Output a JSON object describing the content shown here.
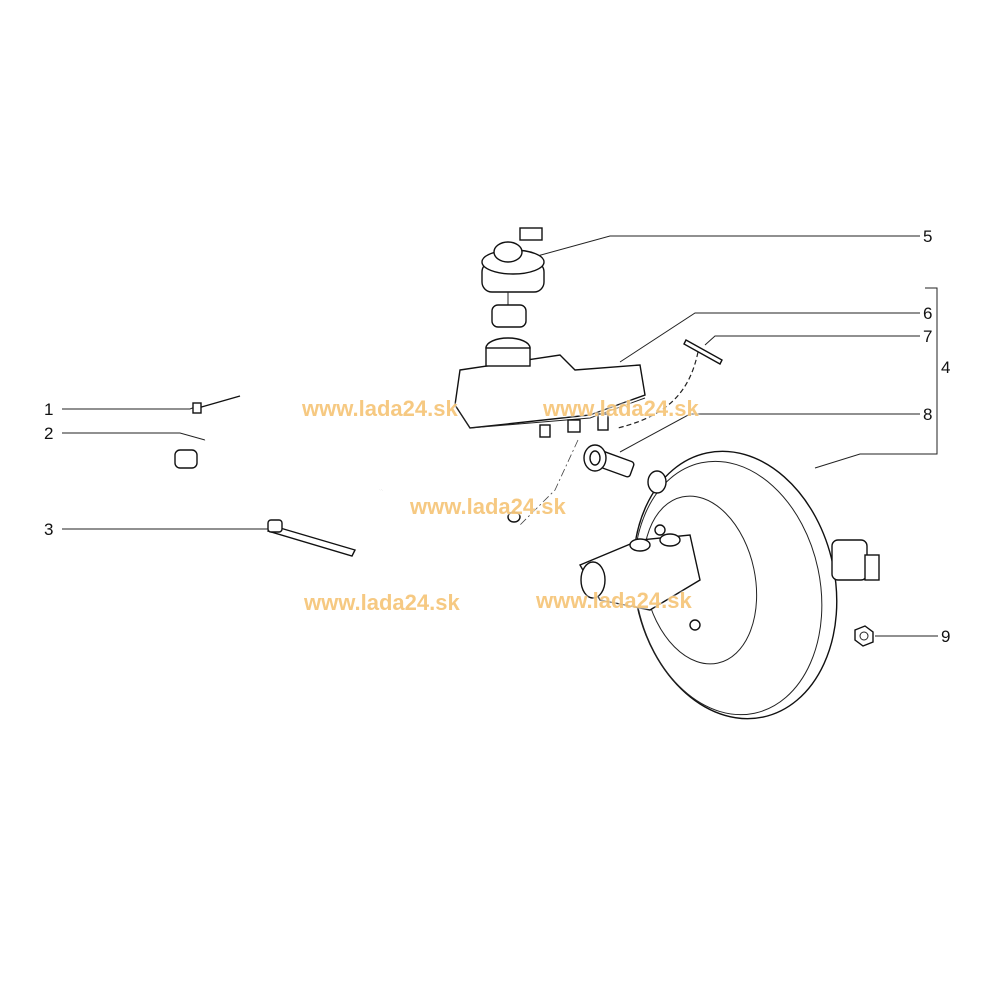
{
  "diagram": {
    "title": "Brake master cylinder and vacuum booster",
    "callouts": [
      "1",
      "2",
      "3",
      "4",
      "5",
      "6",
      "7",
      "8",
      "9"
    ],
    "watermark": "www.lada24.sk",
    "watermark_color": "#f6c77c"
  }
}
